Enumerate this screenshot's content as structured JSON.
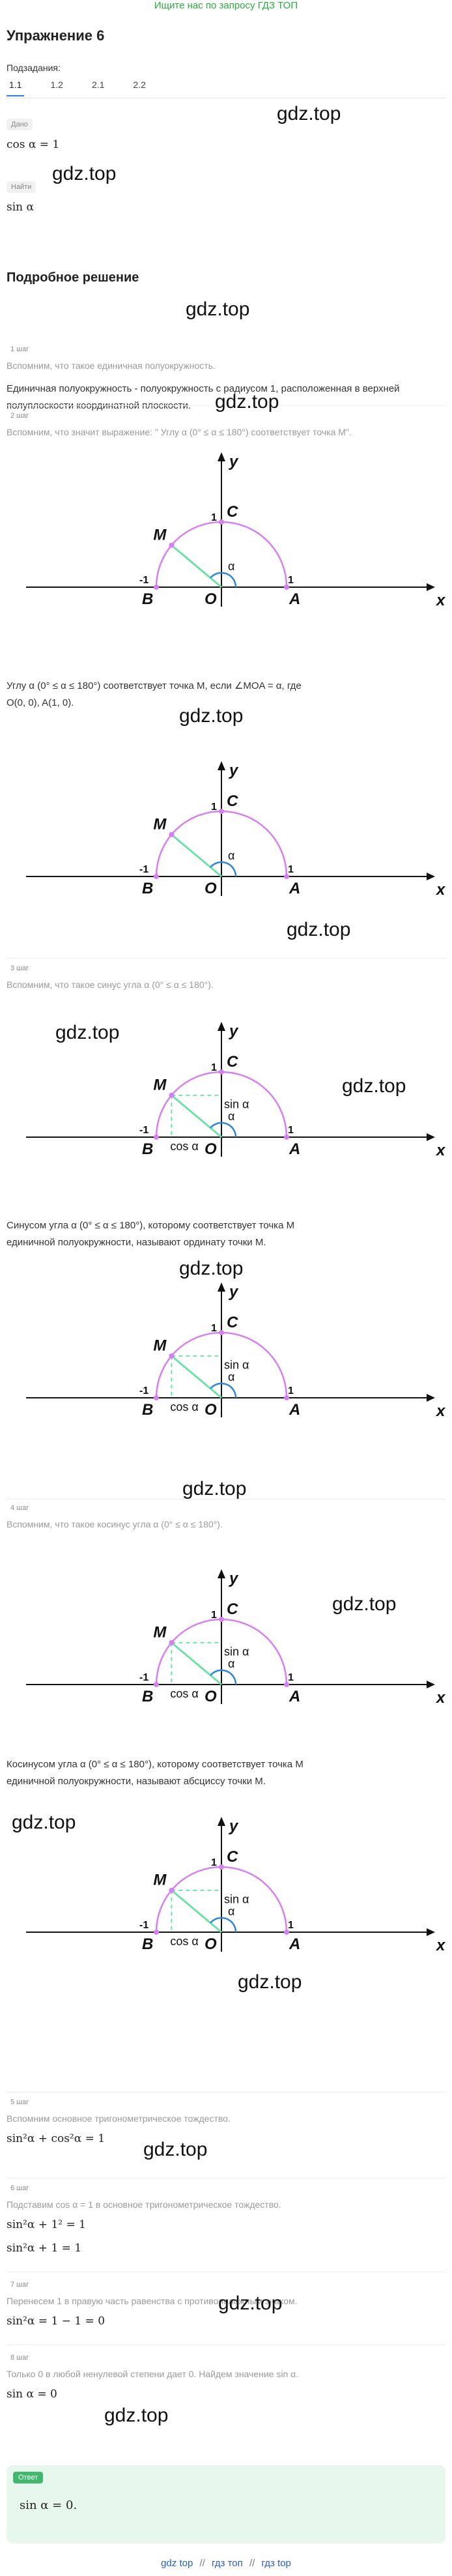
{
  "header": {
    "promo_link": "Ищите нас по запросу ГДЗ ТОП"
  },
  "title": "Упражнение 6",
  "subtasks": {
    "label": "Подзадания:",
    "tabs": [
      "1.1",
      "1.2",
      "2.1",
      "2.2"
    ]
  },
  "given": {
    "label": "Дано",
    "formula": "cos α = 1"
  },
  "find": {
    "label": "Найти",
    "formula": "sin α"
  },
  "watermark": "gdz.top",
  "solution_title": "Подробное решение",
  "steps": {
    "s1": {
      "label": "1 шаг",
      "intro": "Вспомним, что такое единичная полуокружность.",
      "text": "Единичная полуокружность - полуокружность с радиусом 1, расположенная в верхней полуплоскости координатной плоскости."
    },
    "s2": {
      "label": "2 шаг",
      "intro": "Вспомним, что значит выражение: \" Углу α (0° ≤ α ≤ 180°) соответствует точка M\".",
      "text1": "Углу α (0° ≤ α ≤ 180°) соответствует точка M, если ∠MOA = α, где",
      "text2": "O(0, 0), A(1, 0)."
    },
    "s3": {
      "label": "3 шаг",
      "intro": "Вспомним, что такое синус угла α (0° ≤ α ≤ 180°).",
      "text1": "Синусом угла α (0° ≤ α ≤ 180°), которому соответствует точка M",
      "text2": "единичной полуокружности, называют ординату точки M."
    },
    "s4": {
      "label": "4 шаг",
      "intro": "Вспомним, что такое косинус угла α (0° ≤ α ≤ 180°).",
      "text1": "Косинусом угла α (0° ≤ α ≤ 180°), которому соответствует точка M",
      "text2": "единичной полуокружности, называют абсциссу точки M."
    },
    "s5": {
      "label": "5 шаг",
      "intro": "Вспомним основное тригонометрическое тождество.",
      "formula": "sin²α + cos²α = 1"
    },
    "s6": {
      "label": "6 шаг",
      "intro": "Подставим cos α = 1 в основное тригонометрическое тождество.",
      "formula1": "sin²α + 1² = 1",
      "formula2": "sin²α + 1 = 1"
    },
    "s7": {
      "label": "7 шаг",
      "intro": "Перенесем 1 в правую часть равенства с противоположным знаком.",
      "formula": "sin²α = 1 − 1 = 0"
    },
    "s8": {
      "label": "8 шаг",
      "intro": "Только 0 в любой ненулевой степени дает 0. Найдем значение sin α.",
      "formula": "sin α = 0"
    }
  },
  "diagram": {
    "y": "y",
    "x": "x",
    "C": "C",
    "M": "M",
    "B": "B",
    "O": "O",
    "A": "A",
    "one": "1",
    "minus_one": "-1",
    "alpha": "α",
    "one_left": "1",
    "sin": "sin α",
    "cos": "cos α"
  },
  "answer": {
    "label": "Ответ",
    "formula": "sin α = 0."
  },
  "footer": {
    "links": [
      "gdz top",
      "гдз топ",
      "гдз top"
    ],
    "sep": "//"
  },
  "colors": {
    "semicircle": "#d77ff0",
    "radius": "#6fe0a8",
    "alpha_arc": "#2f86d6",
    "accent_green": "#27ae3c",
    "answer_bg": "#e8f7ee",
    "link_blue": "#2a5fc8"
  }
}
